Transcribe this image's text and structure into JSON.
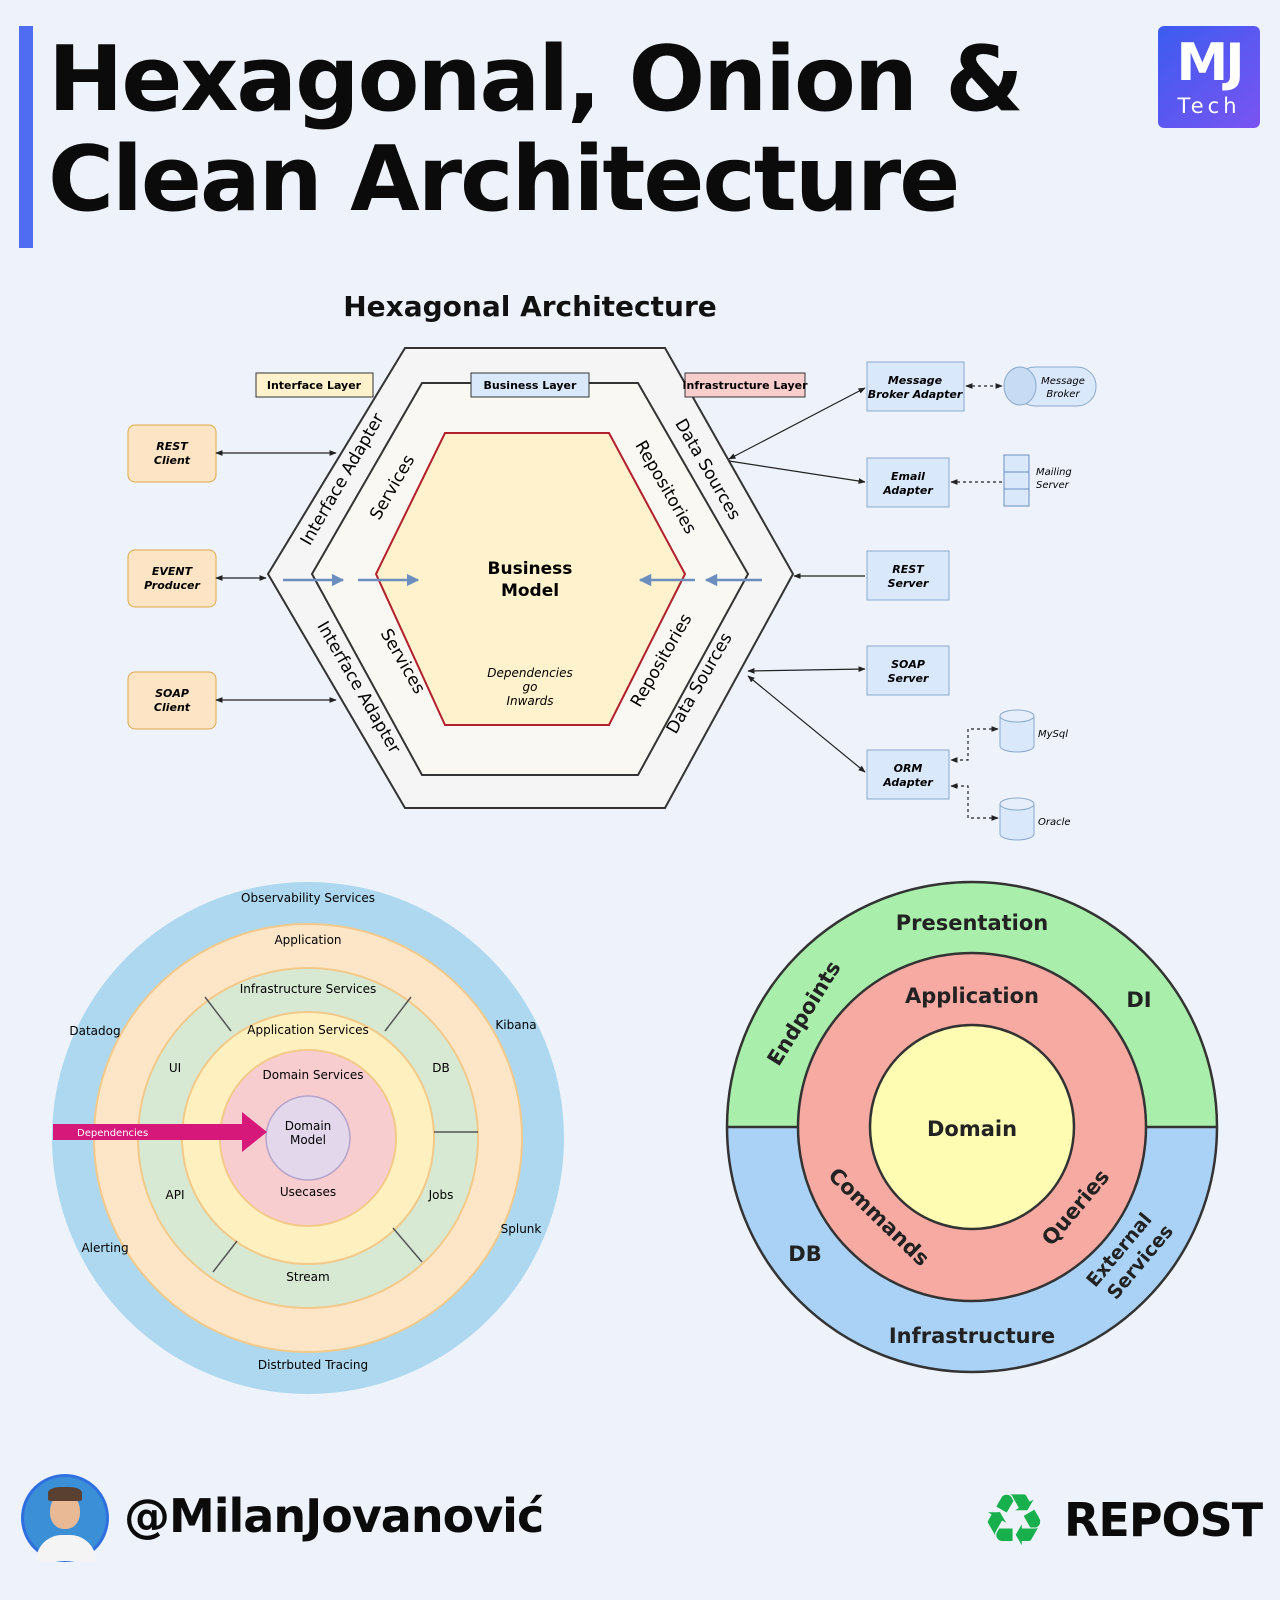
{
  "header": {
    "title_line1": "Hexagonal, Onion &",
    "title_line2": "Clean Architecture",
    "logo_top": "MJ",
    "logo_bottom": "Tech"
  },
  "hexagonal": {
    "title": "Hexagonal Architecture",
    "layer_labels": {
      "interface": "Interface Layer",
      "business": "Business Layer",
      "infrastructure": "Infrastructure Layer"
    },
    "ring_labels": {
      "interface_adapter_top": "Interface Adapter",
      "interface_adapter_bottom": "Interface Adapter",
      "services_top": "Services",
      "services_bottom": "Services",
      "repositories_top": "Repositories",
      "repositories_bottom": "Repositories",
      "data_sources_top": "Data Sources",
      "data_sources_bottom": "Data Sources"
    },
    "core": {
      "line1": "Business",
      "line2": "Model",
      "note1": "Dependencies",
      "note2": "go",
      "note3": "Inwards"
    },
    "clients": [
      {
        "line1": "REST",
        "line2": "Client"
      },
      {
        "line1": "EVENT",
        "line2": "Producer"
      },
      {
        "line1": "SOAP",
        "line2": "Client"
      }
    ],
    "adapters": [
      {
        "line1": "Message",
        "line2": "Broker Adapter"
      },
      {
        "line1": "Email",
        "line2": "Adapter"
      },
      {
        "line1": "REST",
        "line2": "Server"
      },
      {
        "line1": "SOAP",
        "line2": "Server"
      },
      {
        "line1": "ORM",
        "line2": "Adapter"
      }
    ],
    "externals": {
      "broker_line1": "Message",
      "broker_line2": "Broker",
      "mail_line1": "Mailing",
      "mail_line2": "Server",
      "mysql": "MySql",
      "oracle": "Oracle"
    }
  },
  "onion": {
    "outer": "Observability Services",
    "application": "Application",
    "infrastructure_services": "Infrastructure Services",
    "application_services": "Application Services",
    "domain_services": "Domain Services",
    "domain_model_line1": "Domain",
    "domain_model_line2": "Model",
    "usecases": "Usecases",
    "ui": "UI",
    "db": "DB",
    "api": "API",
    "jobs": "Jobs",
    "stream": "Stream",
    "datadog": "Datadog",
    "kibana": "Kibana",
    "alerting": "Alerting",
    "splunk": "Splunk",
    "tracing": "Distrbuted Tracing",
    "dependencies": "Dependencies"
  },
  "clean": {
    "presentation": "Presentation",
    "endpoints": "Endpoints",
    "di": "DI",
    "application": "Application",
    "domain": "Domain",
    "commands": "Commands",
    "queries": "Queries",
    "db": "DB",
    "external_line1": "External",
    "external_line2": "Services",
    "infrastructure": "Infrastructure"
  },
  "footer": {
    "handle": "@MilanJovanović",
    "repost": "REPOST"
  },
  "colors": {
    "accent": "#4e6df0",
    "core_fill": "#fff2cc",
    "core_stroke": "#b21f2d",
    "client_fill": "#fde4c4",
    "adapter_fill": "#dae8fc",
    "dependency_arrow": "#d6187a",
    "clean_green": "#a9efab",
    "clean_blue": "#a9d2f6",
    "clean_red": "#f7aaa2",
    "clean_yellow": "#fdfcb2"
  },
  "icons": [
    "recycle-icon",
    "avatar-photo"
  ]
}
